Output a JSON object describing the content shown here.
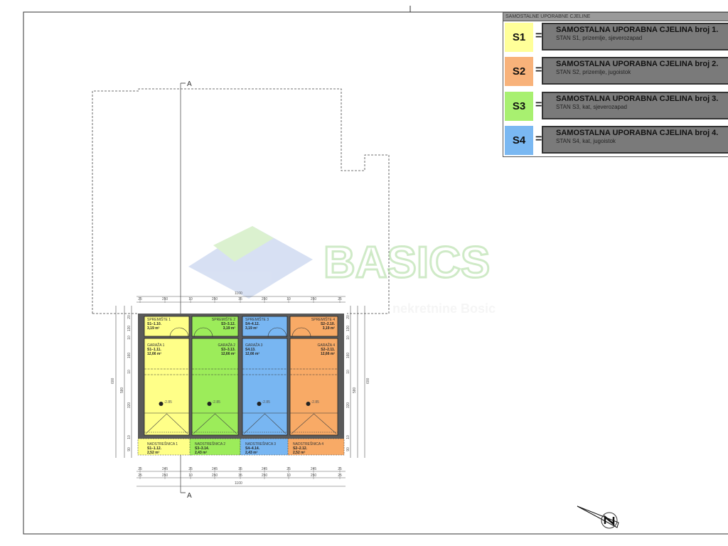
{
  "legend": {
    "header": "SAMOSTALNE UPORABNE CJELINE",
    "rows": [
      {
        "code": "S1",
        "eq": "=",
        "title": "SAMOSTALNA UPORABNA CJELINA  broj  1.",
        "subtitle": "STAN S1, prizemlje, sjeverozapad",
        "color": "#ffff99"
      },
      {
        "code": "S2",
        "eq": "=",
        "title": "SAMOSTALNA UPORABNA CJELINA  broj  2.",
        "subtitle": "STAN S2, prizemlje, jugoistok",
        "color": "#f8b27a"
      },
      {
        "code": "S3",
        "eq": "=",
        "title": "SAMOSTALNA UPORABNA CJELINA  broj  3.",
        "subtitle": "STAN S3, kat, sjeverozapad",
        "color": "#a8f070"
      },
      {
        "code": "S4",
        "eq": "=",
        "title": "SAMOSTALNA UPORABNA CJELINA  broj  4.",
        "subtitle": "STAN S4, kat, jugoistok",
        "color": "#7ab8f2"
      }
    ]
  },
  "section_label": "A",
  "watermark": {
    "logo": "BASICS",
    "tagline": "nekretnine Bosic"
  },
  "units": [
    {
      "storage": {
        "name": "SPREMIŠTE 1",
        "code": "S1–1.10.",
        "area": "3,19  m²"
      },
      "garage": {
        "name": "GARAŽA 1",
        "code": "S1–1.11.",
        "area": "12,66  m²"
      },
      "canopy": {
        "name": "NADSTREŠNICA 1",
        "code": "S1–1.12.",
        "area": "2,52  m²"
      },
      "level": "-2.85",
      "color": "#ffff88"
    },
    {
      "storage": {
        "name": "SPREMIŠTE 2",
        "code": "S3–3.12.",
        "area": "3,19  m²"
      },
      "garage": {
        "name": "GARAŽA 2",
        "code": "S3–3.13.",
        "area": "12,66  m²"
      },
      "canopy": {
        "name": "NADSTREŠNICA 2",
        "code": "S3–3.14.",
        "area": "2,43  m²"
      },
      "level": "-2.85",
      "color": "#9cec5a"
    },
    {
      "storage": {
        "name": "SPREMIŠTE 3",
        "code": "S4–4.12.",
        "area": "3,19  m²"
      },
      "garage": {
        "name": "GARAŽA 3",
        "code": "S4.13.",
        "area": "12,66  m²"
      },
      "canopy": {
        "name": "NADSTREŠNICA 3",
        "code": "S4–4.14.",
        "area": "2,43  m²"
      },
      "level": "-2.85",
      "color": "#78b6f2"
    },
    {
      "storage": {
        "name": "SPREMIŠTE 4",
        "code": "S2–2.10.",
        "area": "3,19  m²"
      },
      "garage": {
        "name": "GARAŽA 4",
        "code": "S2–2.11.",
        "area": "12,66  m²"
      },
      "canopy": {
        "name": "NADSTREŠNICA 4",
        "code": "S2–2.12.",
        "area": "2,52  m²"
      },
      "level": "-2.85",
      "color": "#f8aa66"
    }
  ],
  "dimensions": {
    "total_width": "1100",
    "top": [
      "25",
      "250",
      "10",
      "250",
      "35",
      "250",
      "10",
      "250",
      "25"
    ],
    "bottom_inner": [
      "25",
      "245",
      "25",
      "245",
      "35",
      "245",
      "25",
      "245",
      "25"
    ],
    "bottom_outer": [
      "25",
      "250",
      "10",
      "250",
      "35",
      "250",
      "10",
      "250",
      "25"
    ],
    "left_total": "600",
    "left_mid": "580",
    "vertical": [
      "20",
      "130",
      "10",
      "160",
      "10",
      "320",
      "10",
      "90"
    ]
  }
}
